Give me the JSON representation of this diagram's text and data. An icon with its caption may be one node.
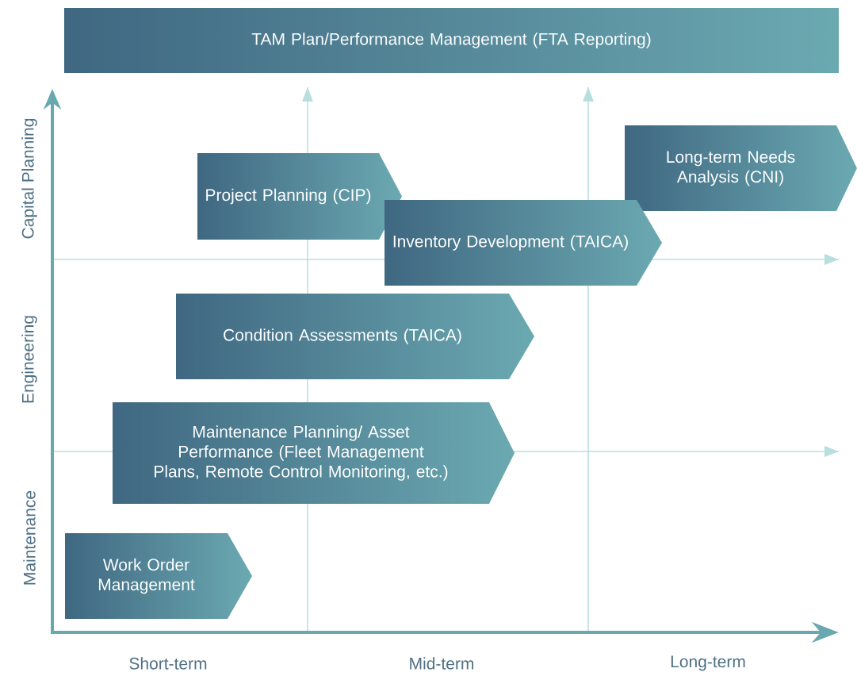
{
  "diagram": {
    "nodes": [
      {
        "text": [
          "TAM Plan/Performance Management (FTA Reporting)"
        ]
      },
      {
        "text": [
          "Project Planning (CIP)"
        ]
      },
      {
        "text": [
          "Long-term Needs Analysis (CNI)"
        ]
      },
      {
        "text": [
          "Inventory Development (TAICA)"
        ]
      },
      {
        "text": [
          "Condition Assessments (TAICA)"
        ]
      },
      {
        "text": [
          "Maintenance Planning/ Asset Performance (Fleet Management Plans, Remote Control Monitoring, etc.)"
        ]
      },
      {
        "text": [
          "Work Order Management"
        ]
      }
    ],
    "labels": [
      "Capital Planning",
      "Engineering",
      "Maintenance",
      "Short-term",
      "Mid-term",
      "Long-term"
    ]
  }
}
